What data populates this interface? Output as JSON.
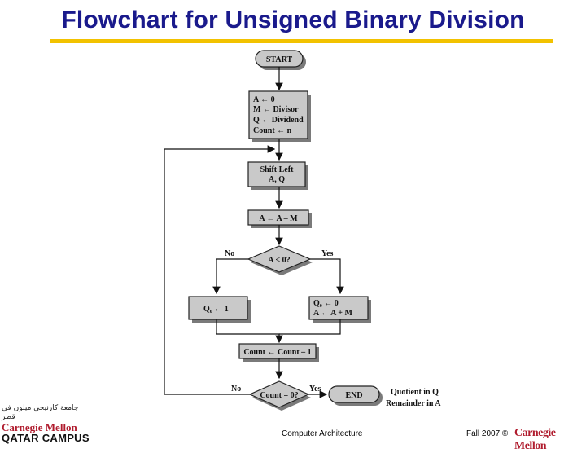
{
  "slide": {
    "title": "Flowchart for Unsigned Binary Division",
    "footer_center": "Computer Architecture",
    "footer_right": "Fall 2007 ©",
    "logo_right": "Carnegie Mellon",
    "logo_left": {
      "arabic": "جامعة كارنيجي ميلون في قطر",
      "name": "Carnegie Mellon",
      "campus": "QATAR CAMPUS"
    }
  },
  "flowchart": {
    "start": "START",
    "init": [
      "A ← 0",
      "M ← Divisor",
      "Q ← Dividend",
      "Count ← n"
    ],
    "shift": [
      "Shift Left",
      "A, Q"
    ],
    "subtract": "A ← A – M",
    "decision1": "A < 0?",
    "decision1_no": "No",
    "decision1_yes": "Yes",
    "set_q1": "Q₀ ← 1",
    "restore": [
      "Q₀ ← 0",
      "A ← A + M"
    ],
    "decrement": "Count ← Count – 1",
    "decision2": "Count = 0?",
    "decision2_no": "No",
    "decision2_yes": "Yes",
    "end": "END",
    "result": [
      "Quotient in Q",
      "Remainder in A"
    ]
  }
}
